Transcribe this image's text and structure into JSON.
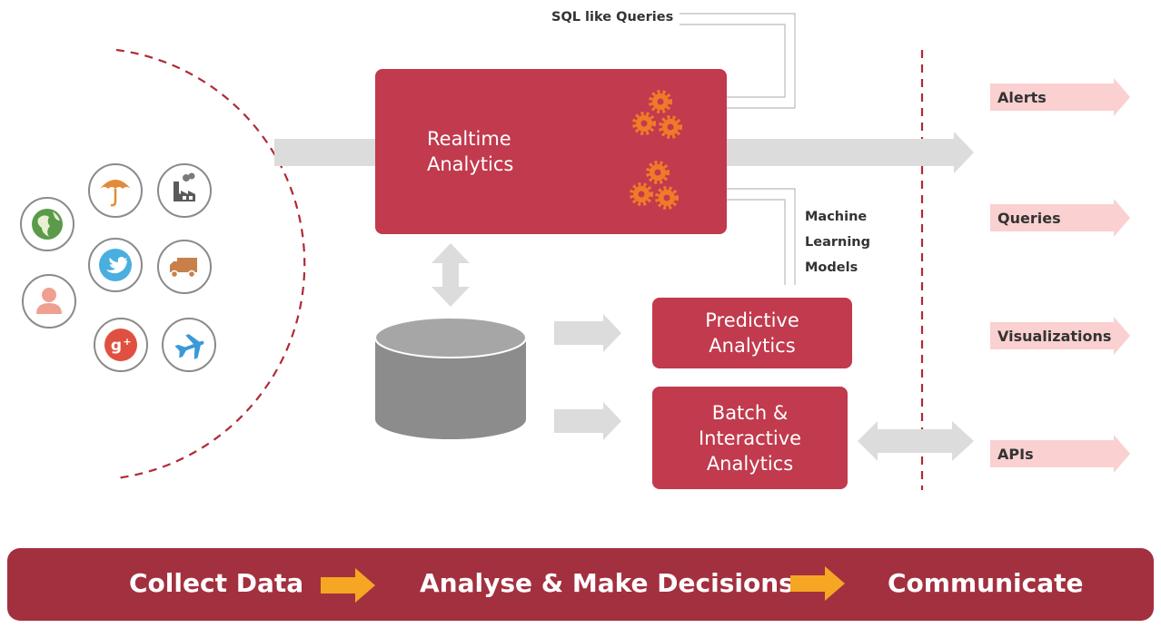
{
  "nodes": {
    "realtime": "Realtime\nAnalytics",
    "predictive": "Predictive\nAnalytics",
    "batch": "Batch &\nInteractive\nAnalytics"
  },
  "inputs": {
    "sql_queries": "SQL like Queries",
    "ml_models": "Machine\nLearning\nModels"
  },
  "outputs": [
    "Alerts",
    "Queries",
    "Visualizations",
    "APIs"
  ],
  "banner": {
    "step1": "Collect Data",
    "step2": "Analyse &  Make Decisions",
    "step3": "Communicate"
  },
  "sources": [
    {
      "icon": "globe-icon",
      "color": "#5a9a4a"
    },
    {
      "icon": "umbrella-icon",
      "color": "#e28a3a"
    },
    {
      "icon": "factory-icon",
      "color": "#5a5a5a"
    },
    {
      "icon": "person-icon",
      "color": "#f0a090"
    },
    {
      "icon": "twitter-icon",
      "color": "#4aaee0"
    },
    {
      "icon": "truck-icon",
      "color": "#c8804a"
    },
    {
      "icon": "google-plus-icon",
      "color": "#e05040"
    },
    {
      "icon": "airplane-icon",
      "color": "#3a9ad8"
    }
  ],
  "colors": {
    "node": "#c13a4d",
    "banner": "#a3303f",
    "arrow": "#dcdcdc",
    "output_arrow": "#fbd0d0",
    "step_arrow": "#f5a623",
    "gear": "#f07a2a",
    "divider": "#b02a35",
    "database": "#8c8c8c"
  }
}
